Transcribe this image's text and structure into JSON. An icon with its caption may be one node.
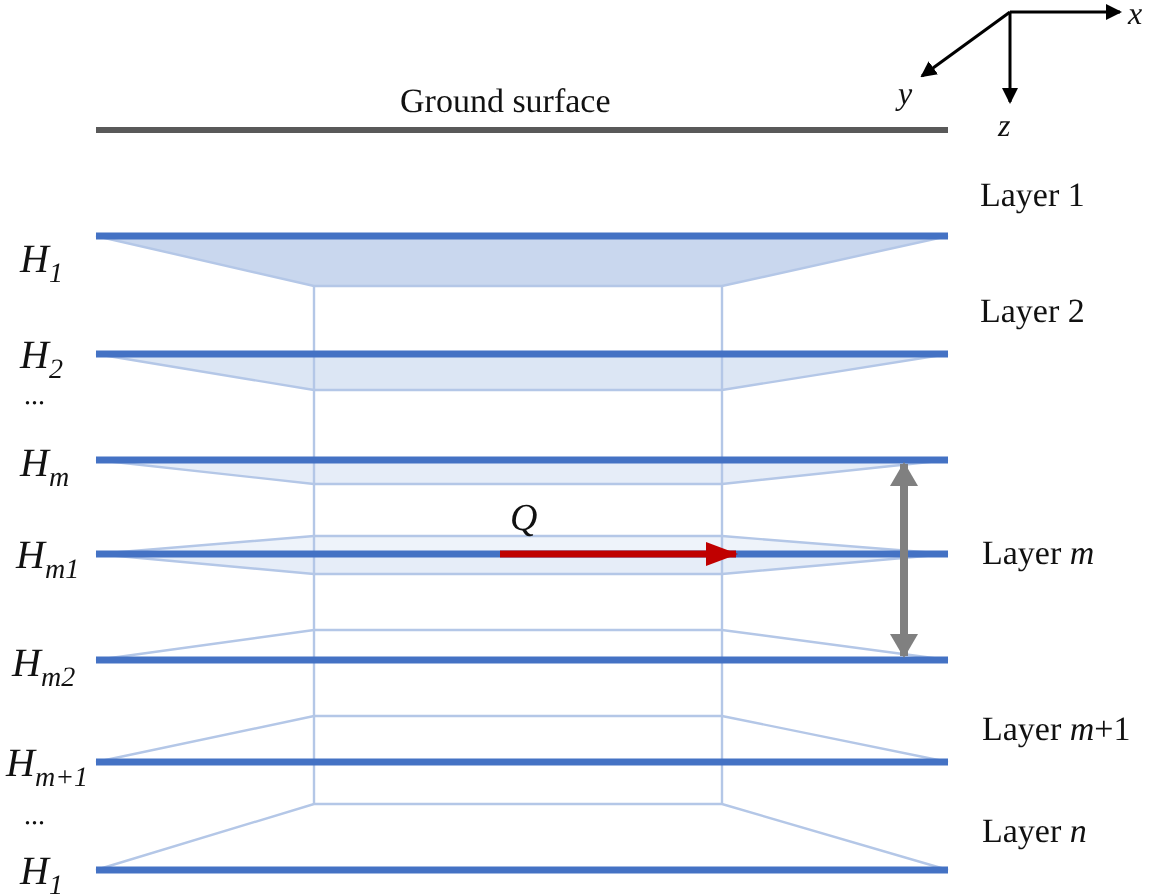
{
  "diagram": {
    "labels": [
      "x",
      "y",
      "z",
      "Ground surface",
      "Layer 1",
      "*H*$_{1}$",
      "Layer 2",
      "*H*$_{2}$",
      "...",
      "*H*$_{m}$",
      "Q",
      "*H*$_{m1}$",
      "Layer *m*",
      "*H*$_{m2}$",
      "Layer *m*+1",
      "*H*$_{m+1}$",
      "...",
      "Layer *n*",
      "*H*$_{1}$"
    ]
  }
}
